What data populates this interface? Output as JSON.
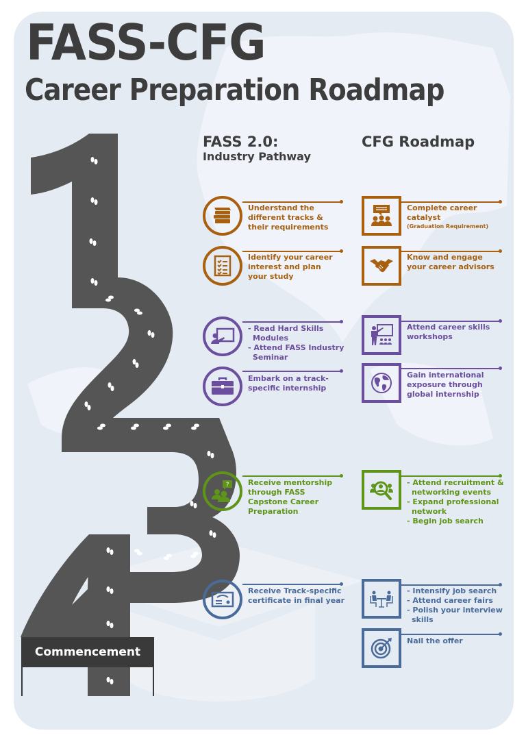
{
  "header": {
    "title": "FASS-CFG",
    "subtitle": "Career Preparation Roadmap"
  },
  "columns": {
    "left": {
      "title": "FASS 2.0:",
      "subtitle": "Industry Pathway"
    },
    "right": {
      "title": "CFG Roadmap"
    }
  },
  "road": {
    "numbers": [
      "1",
      "2",
      "3",
      "4"
    ],
    "finish_label": "Commencement",
    "color": "#555555"
  },
  "colors": {
    "stage1": "#a8600f",
    "stage2": "#6b4e9e",
    "stage3": "#5e9418",
    "stage4": "#4a6a9a",
    "title": "#3d3d3d",
    "background": "#e5ebf3"
  },
  "fass_pathway": [
    {
      "icon": "books-icon",
      "lines": [
        "Understand the",
        "different tracks &",
        "their requirements"
      ]
    },
    {
      "icon": "checklist-icon",
      "lines": [
        "Identify your career",
        "interest and plan",
        "your study"
      ]
    },
    {
      "icon": "presentation-icon",
      "lines": [
        "- Read Hard Skills",
        "Modules",
        "- Attend FASS Industry",
        "Seminar"
      ]
    },
    {
      "icon": "briefcase-icon",
      "lines": [
        "Embark on a track-",
        "specific internship"
      ]
    },
    {
      "icon": "mentorship-question-icon",
      "lines": [
        "Receive mentorship",
        "through FASS",
        "Capstone Career",
        "Preparation"
      ]
    },
    {
      "icon": "certificate-icon",
      "lines": [
        "Receive Track-specific",
        "certificate in final year"
      ]
    }
  ],
  "cfg_roadmap": [
    {
      "icon": "group-discussion-icon",
      "lines": [
        "Complete career",
        "catalyst"
      ],
      "note": "(Graduation Requirement)"
    },
    {
      "icon": "handshake-icon",
      "lines": [
        "Know and engage",
        "your career advisors"
      ]
    },
    {
      "icon": "workshop-icon",
      "lines": [
        "Attend career skills",
        "workshops"
      ]
    },
    {
      "icon": "globe-icon",
      "lines": [
        "Gain international",
        "exposure through",
        "global internship"
      ]
    },
    {
      "icon": "network-search-icon",
      "lines": [
        "- Attend recruitment &",
        "networking events",
        "- Expand professional",
        "network",
        "- Begin job search"
      ]
    },
    {
      "icon": "interview-icon",
      "lines": [
        "- Intensify job search",
        "- Attend career fairs",
        "- Polish your interview",
        "skills"
      ]
    },
    {
      "icon": "target-icon",
      "lines": [
        "Nail the offer"
      ]
    }
  ]
}
